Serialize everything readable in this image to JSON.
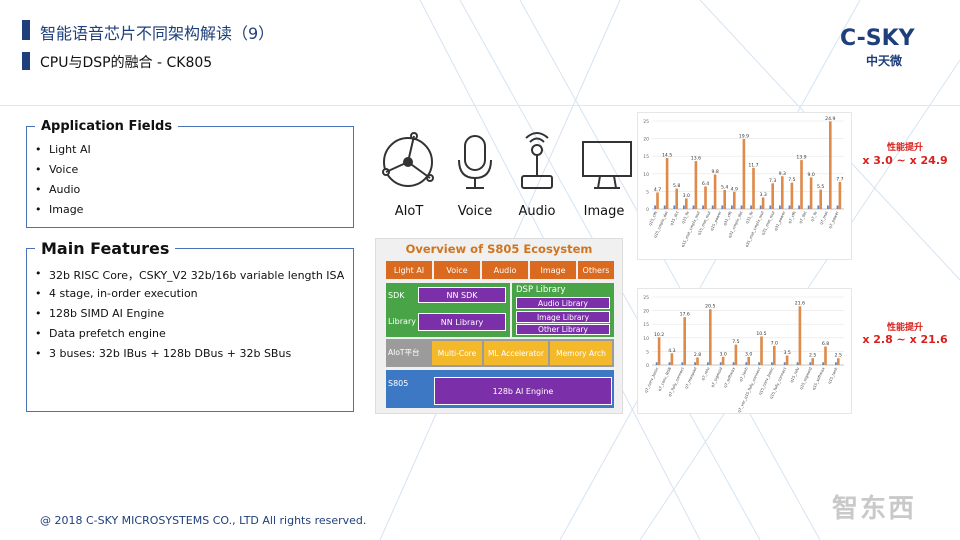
{
  "header": {
    "title": "智能语音芯片不同架构解读（9）",
    "subtitle": "CPU与DSP的融合 -   CK805"
  },
  "logo": {
    "name": "C-SKY",
    "sub": "中天微"
  },
  "application": {
    "title": "Application Fields",
    "items": [
      "Light AI",
      "Voice",
      "Audio",
      "Image"
    ]
  },
  "features": {
    "title": "Main Features",
    "items": [
      "32b  RISC Core，CSKY_V2 32b/16b variable length ISA",
      "4 stage, in-order execution",
      "128b SIMD AI Engine",
      "Data prefetch engine",
      "3 buses: 32b IBus  + 128b DBus   + 32b  SBus"
    ]
  },
  "icons": [
    {
      "name": "aiot-icon",
      "label": "AIoT"
    },
    {
      "name": "microphone-icon",
      "label": "Voice"
    },
    {
      "name": "speaker-icon",
      "label": "Audio"
    },
    {
      "name": "monitor-icon",
      "label": "Image"
    }
  ],
  "ecosystem": {
    "title": "Overview of S805 Ecosystem",
    "top_row": [
      "Light AI",
      "Voice",
      "Audio",
      "Image",
      "Others"
    ],
    "sdk": "SDK",
    "nn_sdk": "NN SDK",
    "dsp_library": "DSP Library",
    "audio_library": "Audio Library",
    "image_library": "Image Library",
    "other_library": "Other Library",
    "library": "Library",
    "nn_library": "NN Library",
    "aiot_platform": "AIoT平台",
    "multi_core": "Multi-Core",
    "ml_accelerator": "ML Accelerator",
    "memory_arch": "Memory Arch",
    "s805": "S805",
    "ai_engine": "128b AI Engine"
  },
  "colors": {
    "primary": "#1f3f7a",
    "border": "#4a72b8",
    "bar_orange": "#dd8a4a",
    "bar_blue": "#5b86c9",
    "gain_red": "#d9201d",
    "eco_orange": "#d96a1f",
    "eco_green": "#49a447",
    "eco_purple": "#7b2fa8",
    "eco_blue": "#3d78c4",
    "eco_gold": "#f4b92b",
    "eco_gray": "#9b9b9b"
  },
  "gain1": {
    "label": "性能提升",
    "range": "x 3.0 ~ x 24.9"
  },
  "gain2": {
    "label": "性能提升",
    "range": "x 2.8 ~ x 21.6"
  },
  "chart_data": [
    {
      "type": "bar",
      "categories": [
        "q15_cfft",
        "q15_cmplx_dot",
        "q15_dct",
        "q15_fir",
        "q15_mat_cmplx_mul",
        "q15_mat_mul",
        "q15_power",
        "q31_cfft",
        "q31_cmplx_dot",
        "q31_fir",
        "q31_mat_cmplx_mul",
        "q31_mat_mul",
        "q31_power",
        "q7_cfft",
        "q7_dot",
        "q7_fir",
        "q7_mat",
        "q7_power"
      ],
      "values": [
        4.7,
        14.5,
        5.8,
        3.0,
        13.6,
        6.4,
        9.8,
        5.4,
        4.9,
        19.9,
        11.7,
        3.3,
        7.3,
        9.3,
        7.5,
        13.9,
        9.0,
        5.5,
        24.9,
        7.7
      ],
      "ylim": [
        0,
        25
      ],
      "yticks": [
        0,
        5,
        10,
        15,
        20,
        25
      ]
    },
    {
      "type": "bar",
      "categories": [
        "q7_conv_basic",
        "q7_conv_RGB",
        "q7_fully_connect",
        "q7_maxpool",
        "q7_relu",
        "q7_sigmoid",
        "q7_softmax",
        "q7_tanh",
        "q7_vec_q15_fully_connect",
        "q15_conv_basic",
        "q15_fully_connect",
        "q15_relu",
        "q15_sigmoid",
        "q15_softmax",
        "q15_tanh"
      ],
      "values": [
        10.2,
        4.3,
        17.6,
        2.8,
        20.5,
        3.0,
        7.5,
        3.0,
        10.5,
        7.0,
        3.5,
        21.6,
        2.5,
        6.8,
        2.5
      ],
      "ylim": [
        0,
        25
      ],
      "yticks": [
        0,
        5,
        10,
        15,
        20,
        25
      ]
    }
  ],
  "footer": "@ 2018 C-SKY MICROSYSTEMS CO., LTD All rights reserved.",
  "watermark": "智东西"
}
